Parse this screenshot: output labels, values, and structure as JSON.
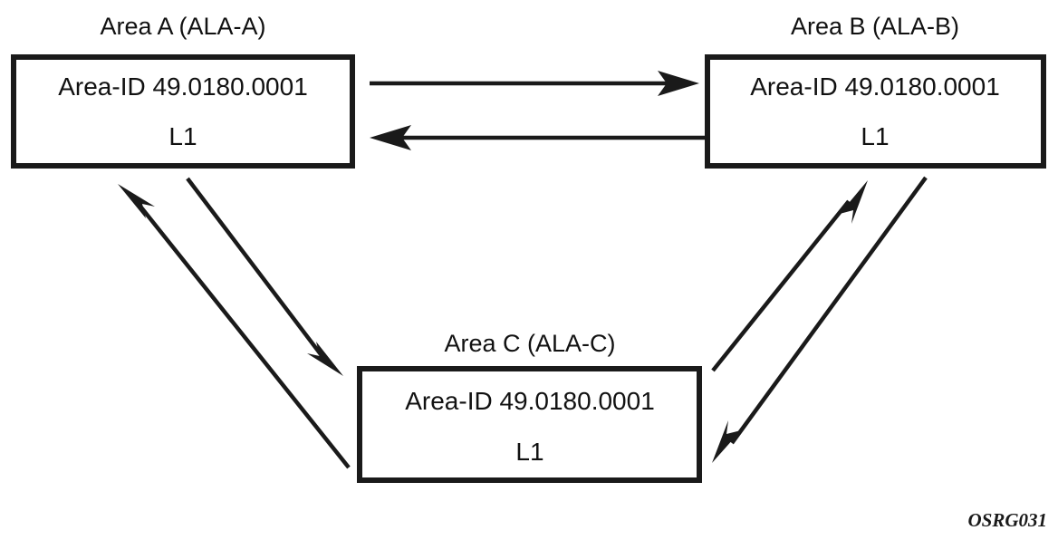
{
  "diagram": {
    "figure_code": "OSRG031",
    "accent_color": "#1a1a1a",
    "background_color": "#ffffff",
    "nodes": [
      {
        "id": "area-a",
        "title": "Area A (ALA-A)",
        "area_id_line": "Area-ID 49.0180.0001",
        "level_line": "L1"
      },
      {
        "id": "area-b",
        "title": "Area B (ALA-B)",
        "area_id_line": "Area-ID 49.0180.0001",
        "level_line": "L1"
      },
      {
        "id": "area-c",
        "title": "Area C (ALA-C)",
        "area_id_line": "Area-ID 49.0180.0001",
        "level_line": "L1"
      }
    ],
    "links": [
      {
        "id": "a-to-b",
        "from": "Area A (ALA-A)",
        "to": "Area B (ALA-B)",
        "direction": "right"
      },
      {
        "id": "b-to-a",
        "from": "Area B (ALA-B)",
        "to": "Area A (ALA-A)",
        "direction": "left"
      },
      {
        "id": "a-to-c",
        "from": "Area A (ALA-A)",
        "to": "Area C (ALA-C)",
        "direction": "down-right"
      },
      {
        "id": "c-to-a",
        "from": "Area C (ALA-C)",
        "to": "Area A (ALA-A)",
        "direction": "up-left"
      },
      {
        "id": "c-to-b",
        "from": "Area C (ALA-C)",
        "to": "Area B (ALA-B)",
        "direction": "up-right"
      },
      {
        "id": "b-to-c",
        "from": "Area B (ALA-B)",
        "to": "Area C (ALA-C)",
        "direction": "down-left"
      }
    ]
  }
}
